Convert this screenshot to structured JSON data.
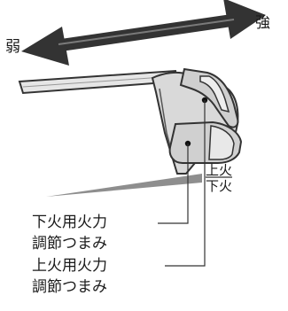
{
  "arrow": {
    "weak_label": "弱",
    "strong_label": "強"
  },
  "panel_labels": {
    "upper_mark": "上火",
    "lower_mark": "下火"
  },
  "callouts": {
    "lower_knob": {
      "line1": "下火用火力",
      "line2": "調節つまみ"
    },
    "upper_knob": {
      "line1": "上火用火力",
      "line2": "調節つまみ"
    }
  }
}
